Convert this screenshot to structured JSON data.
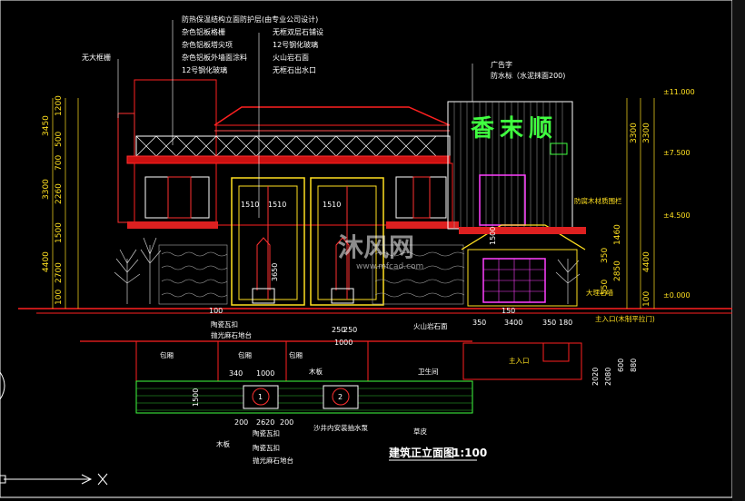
{
  "drawing": {
    "title": "建筑正立面图",
    "scale": "1:100",
    "sign_text": "香末顺",
    "watermark_text": "沐风网",
    "watermark_url": "www.mfcad.com"
  },
  "top_annotations": [
    "防热保温结构立面防护层(由专业公司设计)",
    "杂色铝板格栅",
    "杂色铝板塔尖项",
    "杂色铝板外墙面涂料",
    "12号钢化玻璃",
    "无框双层石铺设",
    "12号钢化玻璃",
    "火山岩石面",
    "无框石出水口"
  ],
  "left_note": "无大框栅",
  "right_notes": [
    "广告字",
    "防水标（水泥抹面200)"
  ],
  "elevation_dims_left": [
    "3450",
    "1200",
    "500",
    "700",
    "3300",
    "2260",
    "1500",
    "4400",
    "2700",
    "100"
  ],
  "elevation_dims_right": [
    "3300",
    "3300",
    "4400",
    "100",
    "2850",
    "1460",
    "350",
    "550"
  ],
  "level_marks": [
    "±11.000",
    "±7.500",
    "±4.500",
    "±0.000"
  ],
  "door_dims": [
    "1510",
    "1510",
    "1510",
    "3650",
    "1500"
  ],
  "right_labels": [
    "防腐木材质围栏",
    "大理石墙"
  ],
  "plan_dims": [
    "100",
    "350",
    "3400",
    "350",
    "180",
    "150",
    "100",
    "1000",
    "250",
    "250",
    "340",
    "1000",
    "1500",
    "200",
    "2620",
    "200",
    "2020",
    "2080",
    "600",
    "880"
  ],
  "plan_labels": [
    "陶瓷瓦扣",
    "抛光麻石地台",
    "包厢",
    "包厢",
    "包厢",
    "火山岩石面",
    "主入口(木制平拉门)",
    "主入口",
    "卫生间",
    "木板",
    "陶瓷瓦扣",
    "陶瓷瓦扣",
    "抛光麻石地台",
    "沙井内安装抽水泵",
    "木板",
    "草皮"
  ],
  "unit_labels": [
    "1",
    "2"
  ]
}
